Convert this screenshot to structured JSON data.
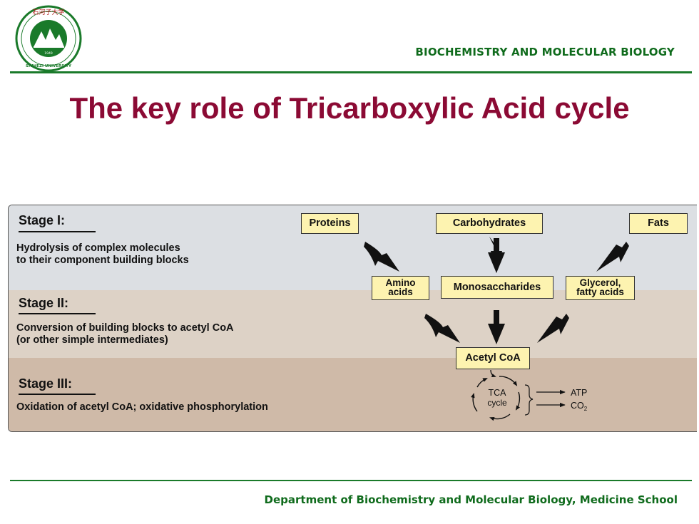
{
  "header": {
    "logo_text": "石河子大学",
    "logo_ring_text": "SHIHEZI UNIVERSITY",
    "logo_year": "1949",
    "department": "BIOCHEMISTRY  AND MOLECULAR BIOLOGY"
  },
  "title": "The key role of Tricarboxylic Acid cycle",
  "stages": [
    {
      "heading": "Stage I:",
      "description": "Hydrolysis of complex molecules\nto their component building blocks"
    },
    {
      "heading": "Stage II:",
      "description": "Conversion of building blocks to acetyl CoA\n(or other simple intermediates)"
    },
    {
      "heading": "Stage III:",
      "description": "Oxidation of acetyl CoA; oxidative phosphorylation"
    }
  ],
  "boxes": {
    "proteins": "Proteins",
    "carbohydrates": "Carbohydrates",
    "fats": "Fats",
    "amino_acids_1": "Amino",
    "amino_acids_2": "acids",
    "monosaccharides": "Monosaccharides",
    "glycerol_1": "Glycerol,",
    "glycerol_2": "fatty acids",
    "acetyl_coa": "Acetyl CoA"
  },
  "tca": {
    "line1": "TCA",
    "line2": "cycle"
  },
  "products": {
    "atp": "ATP",
    "co2": "CO",
    "co2_sub": "2"
  },
  "colors": {
    "accent_green": "#0f6b1c",
    "title_red": "#8b0a34",
    "box_fill": "#fdf3b0"
  },
  "footer": "Department  of Biochemistry and Molecular Biology, Medicine School"
}
